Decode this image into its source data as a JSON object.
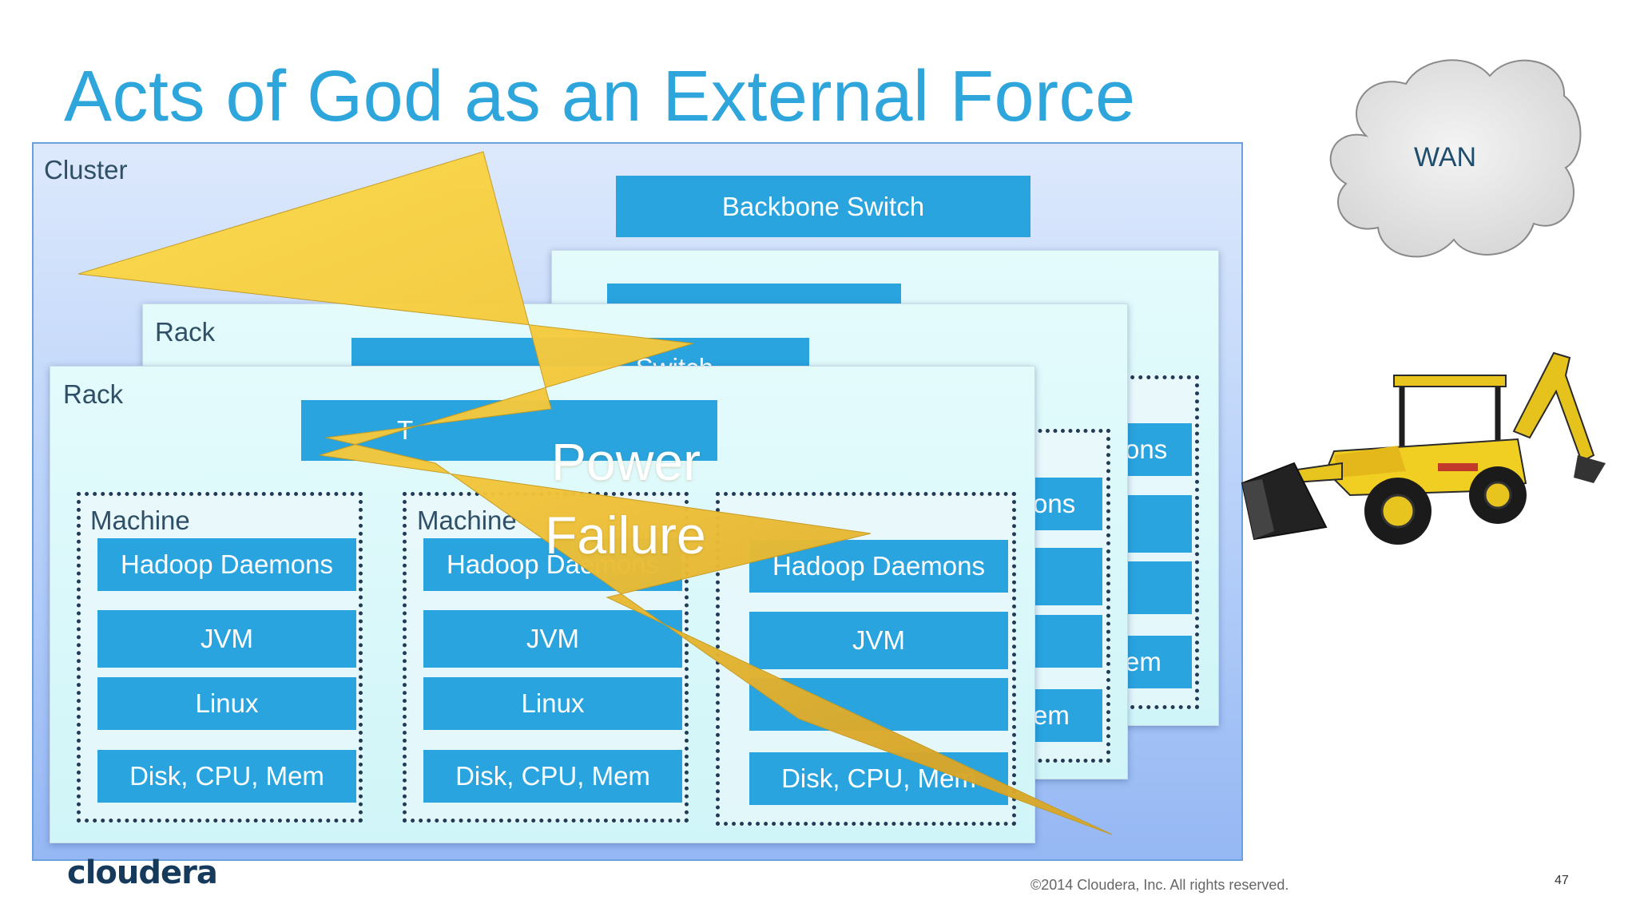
{
  "slide": {
    "title": "Acts of God as an External Force",
    "page_number": "47",
    "copyright": "©2014 Cloudera, Inc. All rights reserved.",
    "logo_text": "cloudera"
  },
  "cluster": {
    "label": "Cluster",
    "backbone_switch": "Backbone Switch"
  },
  "racks": {
    "back_rack_1": {
      "daemons_fragment": "ons",
      "mem_fragment": "em"
    },
    "back_rack_2": {
      "label": "Rack",
      "switch_fragment": "Switch",
      "daemons_fragment": "ons",
      "mem_fragment": "em"
    },
    "front_rack": {
      "label": "Rack",
      "switch_fragment": "T",
      "machines": [
        {
          "label": "Machine",
          "layers": [
            "Hadoop Daemons",
            "JVM",
            "Linux",
            "Disk, CPU, Mem"
          ]
        },
        {
          "label": "Machine",
          "layers": [
            "Hadoop Daemons",
            "JVM",
            "Linux",
            "Disk, CPU, Mem"
          ]
        },
        {
          "label": "",
          "layers": [
            "Hadoop Daemons",
            "JVM",
            "",
            "Disk, CPU, Mem"
          ]
        }
      ]
    }
  },
  "wan": {
    "label": "WAN"
  },
  "bolt": {
    "line1": "Power",
    "line2": "Failure"
  },
  "colors": {
    "title": "#2ea6dc",
    "box_blue": "#29a4df",
    "bolt_yellow": "#f5c530",
    "cluster_bg": "#b5cff9",
    "rack_bg": "#d0f5f8"
  },
  "icons": [
    "cloud-icon",
    "lightning-bolt-icon",
    "backhoe-loader-image"
  ]
}
